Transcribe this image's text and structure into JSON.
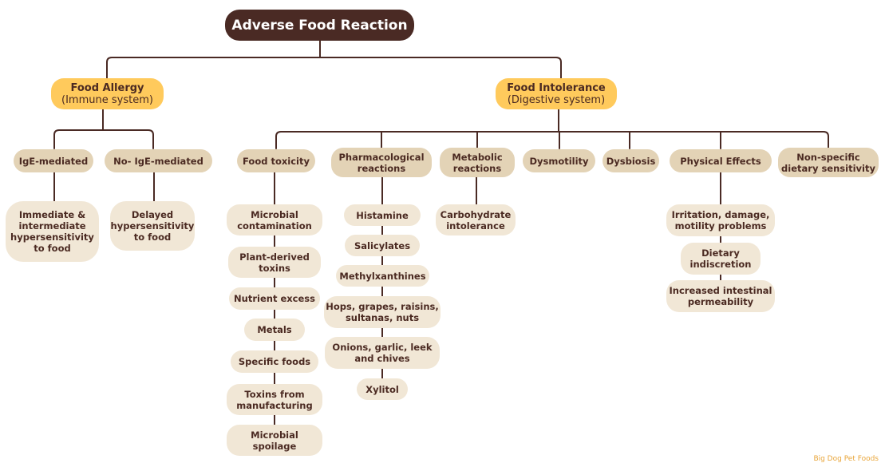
{
  "root": "Adverse Food Reaction",
  "branches": {
    "allergy": {
      "title": "Food Allergy",
      "subtitle": "(Immune system)"
    },
    "intolerance": {
      "title": "Food Intolerance",
      "subtitle": "(Digestive system)"
    }
  },
  "allergy": {
    "ige": {
      "label": "IgE-mediated",
      "child": [
        "Immediate &",
        "intermediate",
        "hypersensitivity",
        "to food"
      ]
    },
    "non_ige": {
      "label": "No- IgE-mediated",
      "child": [
        "Delayed",
        "hypersensitivity",
        "to food"
      ]
    }
  },
  "intolerance": {
    "food_toxicity": {
      "label": "Food toxicity",
      "children": [
        [
          "Microbial",
          "contamination"
        ],
        [
          "Plant-derived",
          "toxins"
        ],
        [
          "Nutrient excess"
        ],
        [
          "Metals"
        ],
        [
          "Specific foods"
        ],
        [
          "Toxins from",
          "manufacturing"
        ],
        [
          "Microbial",
          "spoilage"
        ]
      ]
    },
    "pharmacological": {
      "label": [
        "Pharmacological",
        "reactions"
      ],
      "children": [
        [
          "Histamine"
        ],
        [
          "Salicylates"
        ],
        [
          "Methylxanthines"
        ],
        [
          "Hops, grapes, raisins,",
          "sultanas, nuts"
        ],
        [
          "Onions, garlic, leek",
          "and chives"
        ],
        [
          "Xylitol"
        ]
      ]
    },
    "metabolic": {
      "label": [
        "Metabolic",
        "reactions"
      ],
      "children": [
        [
          "Carbohydrate",
          "intolerance"
        ]
      ]
    },
    "dysmotility": {
      "label": "Dysmotility"
    },
    "dysbiosis": {
      "label": "Dysbiosis"
    },
    "physical": {
      "label": "Physical Effects",
      "children": [
        [
          "Irritation, damage,",
          "motility problems"
        ],
        [
          "Dietary",
          "indiscretion"
        ],
        [
          "Increased intestinal",
          "permeability"
        ]
      ]
    },
    "non_specific": {
      "label": [
        "Non-specific",
        "dietary sensitivity"
      ]
    }
  },
  "credit": "Big Dog Pet Foods",
  "colors": {
    "root": "#4a2a24",
    "main": "#ffca5c",
    "category": "#e3d3b6",
    "leaf": "#f1e7d6",
    "line": "#4a2a24",
    "credit": "#e9a63b"
  }
}
